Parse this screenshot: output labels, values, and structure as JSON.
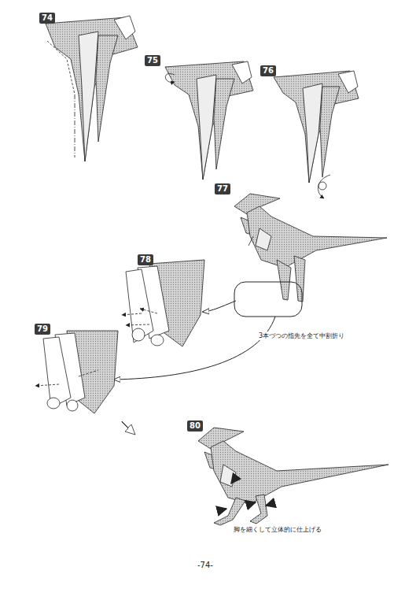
{
  "diagram": {
    "nodes": [
      {
        "text": [
          "74"
        ]
      },
      {
        "text": [
          "75"
        ]
      },
      {
        "text": [
          "76"
        ]
      },
      {
        "text": [
          "77"
        ]
      },
      {
        "text": [
          "78"
        ]
      },
      {
        "text": [
          "79"
        ]
      },
      {
        "text": [
          "80"
        ]
      }
    ],
    "labels": [
      "3本づつの指先を全て中割折り",
      "脚を細くして立体的に仕上げる",
      "-74-"
    ]
  }
}
